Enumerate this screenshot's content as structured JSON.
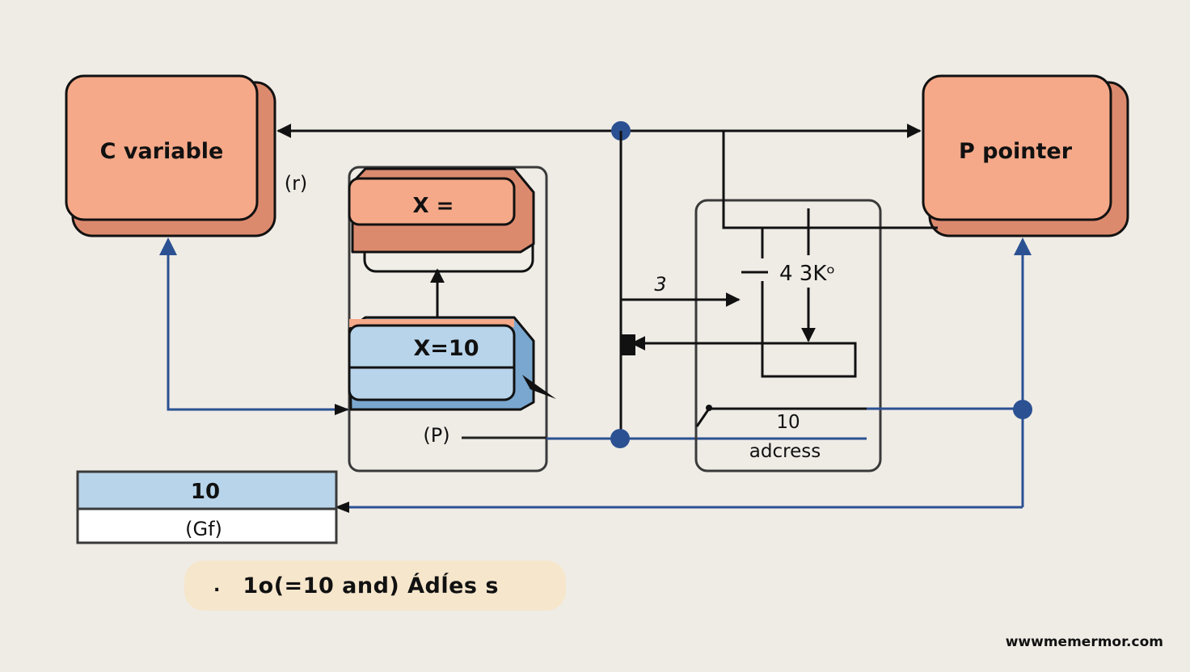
{
  "diagram": {
    "title": "C variable and pointer memory diagram",
    "nodes": {
      "c_variable": {
        "label": "C variable",
        "annotation": "(r)"
      },
      "p_pointer": {
        "label": "P pointer"
      },
      "x_assign": {
        "label": "X ="
      },
      "x_value": {
        "label": "X=10"
      },
      "p_label": {
        "label": "(P)"
      },
      "circuit_label_3": {
        "label": "3"
      },
      "circuit_label_43k": {
        "label": "4 3Kᵒ"
      },
      "address_value": {
        "label": "10"
      },
      "address_label": {
        "label": "adcress"
      },
      "memory_cell": {
        "value": "10",
        "name": "(Gf)"
      }
    },
    "caption": {
      "bullet": ".",
      "text": "1o(=10 and)  Ádĺes s"
    },
    "footer": {
      "url": "wwwmemermor.com"
    },
    "colors": {
      "background": "#efece6",
      "orange_box": "#f5a989",
      "orange_shadow": "#dc8a6e",
      "blue_box": "#b7d4ea",
      "blue_shadow": "#7aa7cf",
      "connector_blue": "#2b5192",
      "caption_bg": "#f6e6cc"
    }
  }
}
